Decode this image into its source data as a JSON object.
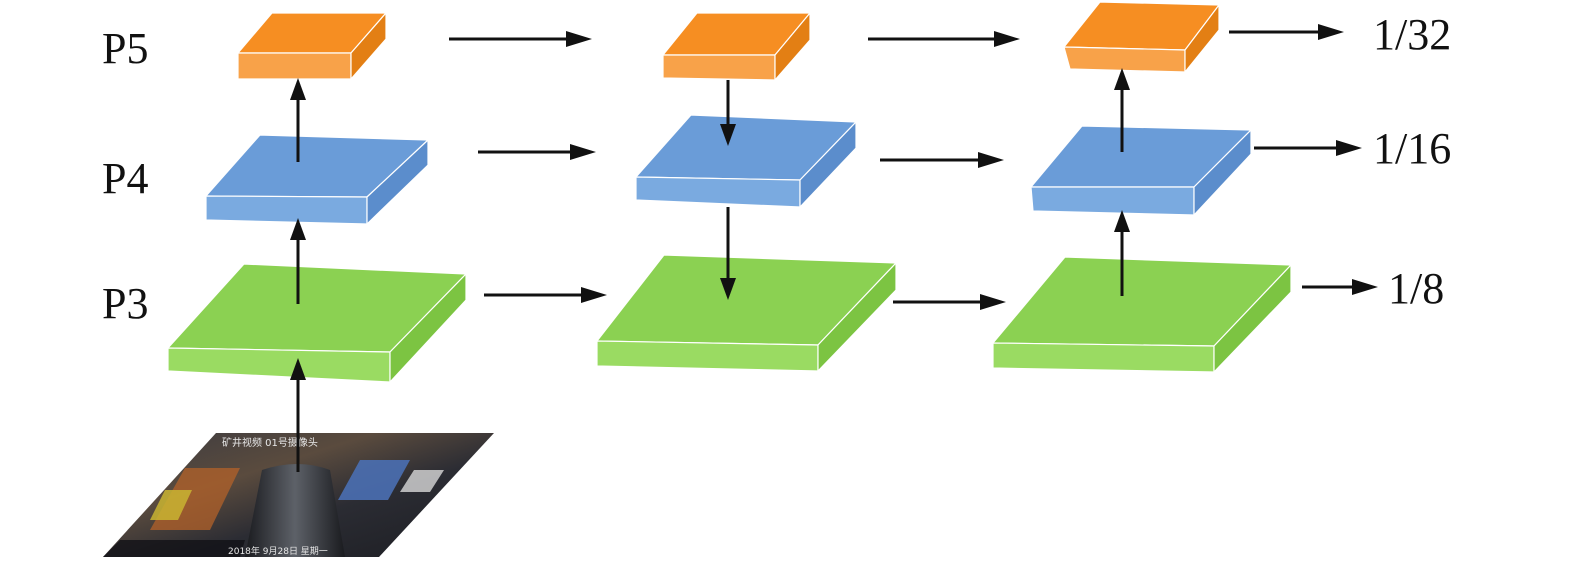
{
  "levels": [
    {
      "id": "P5",
      "label": "P5"
    },
    {
      "id": "P4",
      "label": "P4"
    },
    {
      "id": "P3",
      "label": "P3"
    }
  ],
  "outputs": [
    {
      "level": "P5",
      "label": "1/32"
    },
    {
      "level": "P4",
      "label": "1/16"
    },
    {
      "level": "P3",
      "label": "1/8"
    }
  ],
  "colors": {
    "p5_top": "#F68E22",
    "p5_front": "#F8A249",
    "p5_side": "#E37F14",
    "p4_top": "#6A9CD8",
    "p4_front": "#7AAAE0",
    "p4_side": "#5B8DCC",
    "p3_top": "#8BD152",
    "p3_front": "#9ADB62",
    "p3_side": "#7CC442",
    "arrow": "#111111"
  },
  "input_image": {
    "overlay_top_text": "矿井视频 01号摄像头",
    "overlay_bottom_text": "2018年 9月28日 星期一"
  }
}
